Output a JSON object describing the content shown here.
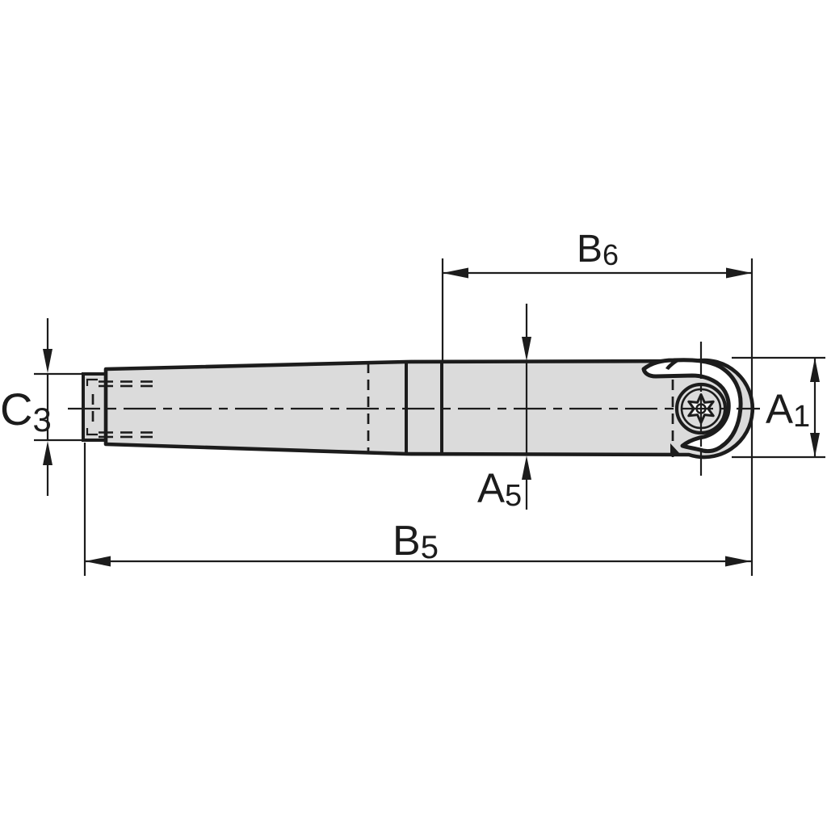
{
  "drawing": {
    "type": "technical-dimension-drawing",
    "subject": "ball-nose-milling-cutter-side-view",
    "labels": {
      "b6": {
        "base": "B",
        "sub": "6"
      },
      "c3": {
        "base": "C",
        "sub": "3"
      },
      "a5": {
        "base": "A",
        "sub": "5"
      },
      "a1": {
        "base": "A",
        "sub": "1"
      },
      "b5": {
        "base": "B",
        "sub": "5"
      }
    },
    "colors": {
      "line": "#1c1c1c",
      "body_fill": "#dbdbdb",
      "highlight_fill": "#ffffff",
      "insert_fill": "#f6f6f6",
      "background": "#ffffff"
    }
  }
}
